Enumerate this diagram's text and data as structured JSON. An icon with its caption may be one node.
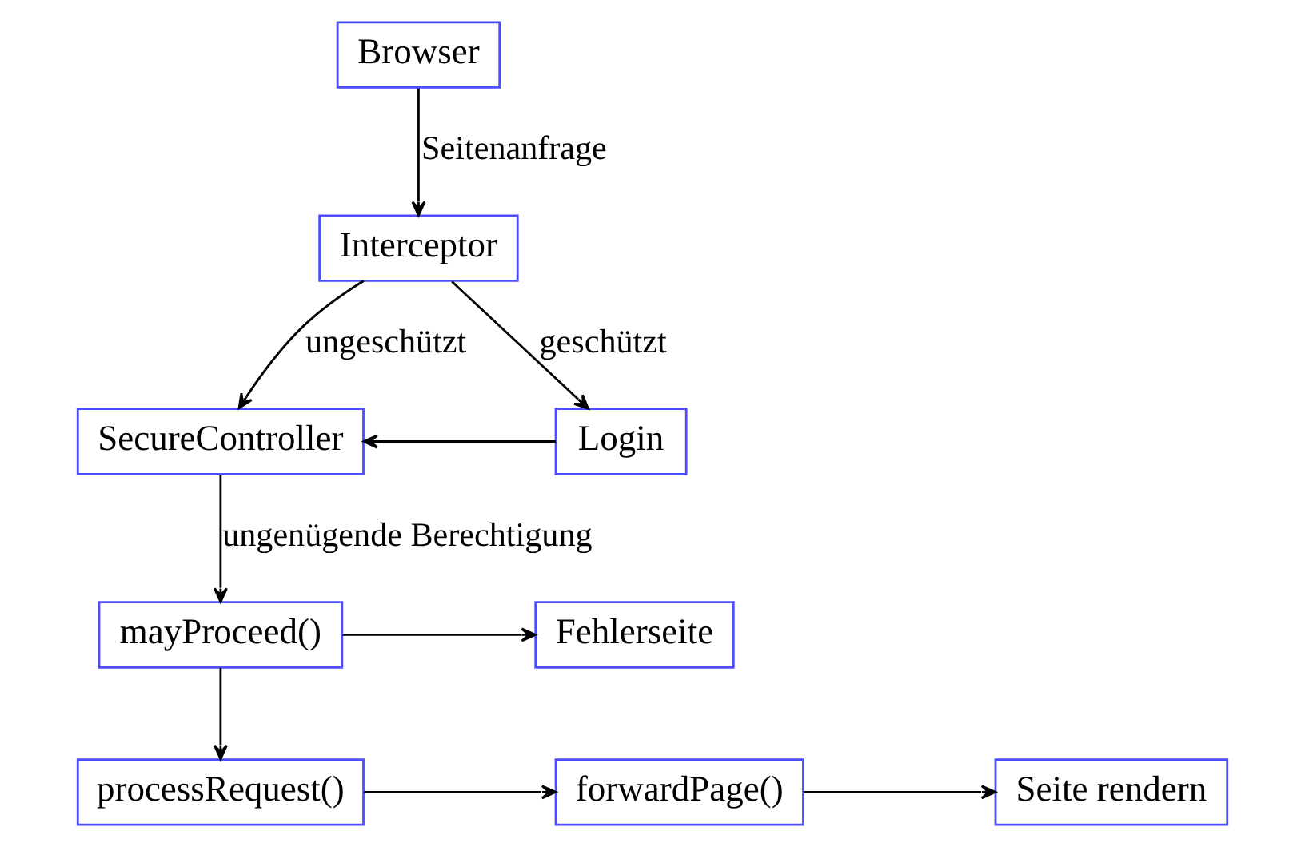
{
  "diagram": {
    "nodes": [
      {
        "text": [
          "Browser"
        ]
      },
      {
        "text": [
          "Interceptor"
        ]
      },
      {
        "text": [
          "SecureController"
        ]
      },
      {
        "text": [
          "Login"
        ]
      },
      {
        "text": [
          "mayProceed()"
        ]
      },
      {
        "text": [
          "Fehlerseite"
        ]
      },
      {
        "text": [
          "processRequest()"
        ]
      },
      {
        "text": [
          "forwardPage()"
        ]
      },
      {
        "text": [
          "Seite rendern"
        ]
      }
    ],
    "edges": [
      {
        "from": 0,
        "to": 1,
        "arrow": "to",
        "label": "Seitenanfrage"
      },
      {
        "from": 1,
        "to": 2,
        "arrow": "to",
        "label": "ungeschützt"
      },
      {
        "from": 1,
        "to": 3,
        "arrow": "to",
        "label": "geschützt"
      },
      {
        "from": 3,
        "to": 2,
        "arrow": "to"
      },
      {
        "from": 2,
        "to": 4,
        "arrow": "to",
        "label": "ungenügende Berechtigung"
      },
      {
        "from": 4,
        "to": 5,
        "arrow": "to"
      },
      {
        "from": 4,
        "to": 6,
        "arrow": "to"
      },
      {
        "from": 6,
        "to": 7,
        "arrow": "to"
      },
      {
        "from": 7,
        "to": 8,
        "arrow": "to"
      }
    ]
  }
}
